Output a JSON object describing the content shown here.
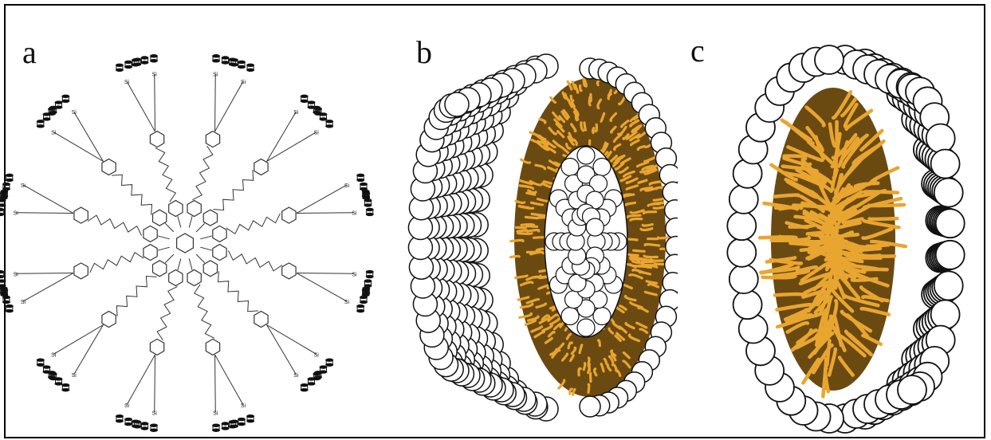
{
  "panels": {
    "a": {
      "label": "a"
    },
    "b": {
      "label": "b"
    },
    "c": {
      "label": "c"
    }
  },
  "colors": {
    "border": "#000000",
    "headgroup_fill": "#ffffff",
    "headgroup_stroke": "#111111",
    "tail": "#e8a530",
    "tail_dark": "#6b4a12",
    "molecule_line": "#333333",
    "ferrocene": "#111111"
  },
  "structures": {
    "a": {
      "name": "dendrimer-molecule",
      "branches": 12,
      "terminal_label": "Si"
    },
    "b": {
      "name": "vesicle-cross-section"
    },
    "c": {
      "name": "micelle-cross-section"
    }
  }
}
